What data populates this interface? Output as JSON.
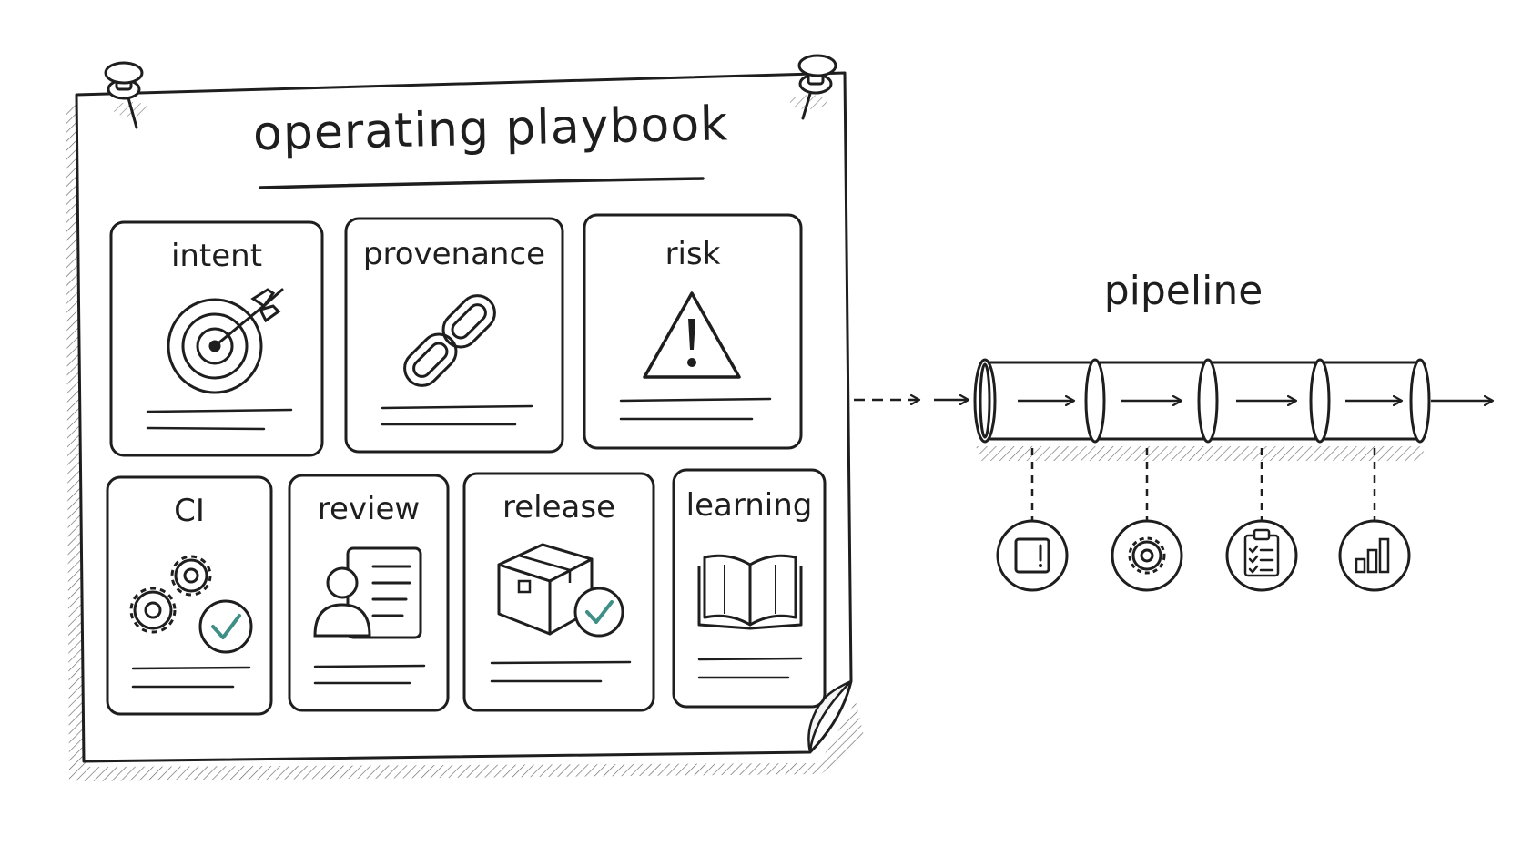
{
  "board": {
    "title": "operating playbook",
    "cards": [
      {
        "label": "intent",
        "icon": "target-with-arrow-icon"
      },
      {
        "label": "provenance",
        "icon": "chain-link-icon"
      },
      {
        "label": "risk",
        "icon": "warning-triangle-icon"
      },
      {
        "label": "CI",
        "icon": "gears-with-check-icon",
        "accent": "#3f8f86"
      },
      {
        "label": "review",
        "icon": "person-profile-card-icon"
      },
      {
        "label": "release",
        "icon": "box-with-check-icon",
        "accent": "#3f8f86"
      },
      {
        "label": "learning",
        "icon": "open-book-icon"
      }
    ]
  },
  "pipeline": {
    "title": "pipeline",
    "segments": 4,
    "stage_icons": [
      "alert-square-icon",
      "gear-icon",
      "checklist-clipboard-icon",
      "bar-chart-icon"
    ]
  },
  "colors": {
    "ink": "#1e1e1e",
    "accent": "#3f8f86",
    "paper": "#ffffff"
  }
}
